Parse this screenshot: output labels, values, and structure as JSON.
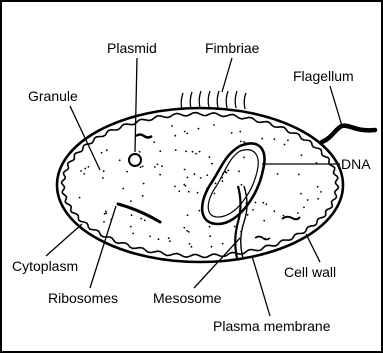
{
  "diagram": {
    "labels": {
      "plasmid": "Plasmid",
      "fimbriae": "Fimbriae",
      "flagellum": "Flagellum",
      "granule": "Granule",
      "dna": "DNA",
      "cytoplasm": "Cytoplasm",
      "cell_wall": "Cell wall",
      "ribosomes": "Ribosomes",
      "mesosome": "Mesosome",
      "plasma_membrane": "Plasma membrane"
    }
  }
}
